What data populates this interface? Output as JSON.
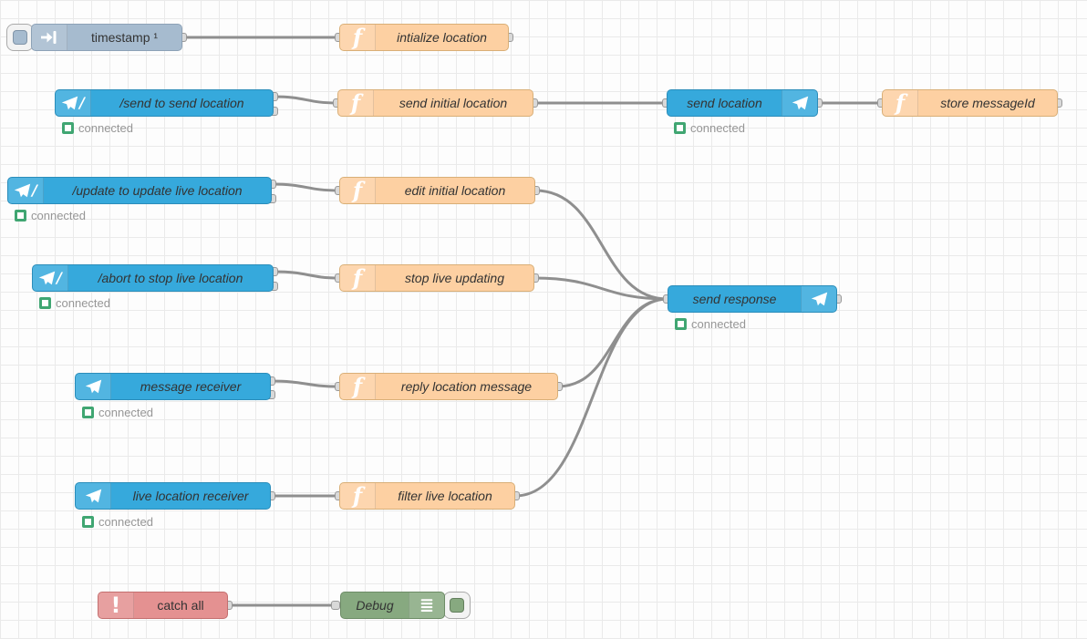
{
  "workspace": {
    "title": "Node-RED flow - telegram live location",
    "colors": {
      "inject_node": "#a6bbcf",
      "function_node": "#fdd0a2",
      "telegram_node": "#36a9dc",
      "catch_node": "#e49191",
      "debug_node": "#87a980",
      "wire": "#8f8f8f",
      "status_green": "#40a672",
      "grid_line": "#eaeaea"
    },
    "icons": {
      "function_glyph": "f",
      "slash_glyph": "/",
      "catch_glyph": "!"
    },
    "nodes": [
      {
        "label": "timestamp ¹",
        "type": "inject"
      },
      {
        "label": "intialize location",
        "type": "function"
      },
      {
        "label": "/send to send location",
        "type": "telegram-command",
        "status": "connected"
      },
      {
        "label": "send initial location",
        "type": "function"
      },
      {
        "label": "send location",
        "type": "telegram-sender",
        "status": "connected"
      },
      {
        "label": "store messageId",
        "type": "function"
      },
      {
        "label": "/update to update live location",
        "type": "telegram-command",
        "status": "connected"
      },
      {
        "label": "edit initial location",
        "type": "function"
      },
      {
        "label": "/abort to stop live location",
        "type": "telegram-command",
        "status": "connected"
      },
      {
        "label": "stop live updating",
        "type": "function"
      },
      {
        "label": "send response",
        "type": "telegram-sender",
        "status": "connected"
      },
      {
        "label": "message receiver",
        "type": "telegram-receiver",
        "status": "connected"
      },
      {
        "label": "reply location message",
        "type": "function"
      },
      {
        "label": "live location receiver",
        "type": "telegram-receiver",
        "status": "connected"
      },
      {
        "label": "filter live location",
        "type": "function"
      },
      {
        "label": "catch all",
        "type": "catch"
      },
      {
        "label": "Debug",
        "type": "debug"
      }
    ],
    "connections": [
      {
        "from": "timestamp ¹",
        "to": "intialize location"
      },
      {
        "from": "/send to send location",
        "to": "send initial location"
      },
      {
        "from": "send initial location",
        "to": "send location"
      },
      {
        "from": "send location",
        "to": "store messageId"
      },
      {
        "from": "/update to update live location",
        "to": "edit initial location"
      },
      {
        "from": "edit initial location",
        "to": "send response"
      },
      {
        "from": "/abort to stop live location",
        "to": "stop live updating"
      },
      {
        "from": "stop live updating",
        "to": "send response"
      },
      {
        "from": "message receiver",
        "to": "reply location message"
      },
      {
        "from": "reply location message",
        "to": "send response"
      },
      {
        "from": "live location receiver",
        "to": "filter live location"
      },
      {
        "from": "filter live location",
        "to": "send response"
      },
      {
        "from": "catch all",
        "to": "Debug"
      }
    ]
  }
}
